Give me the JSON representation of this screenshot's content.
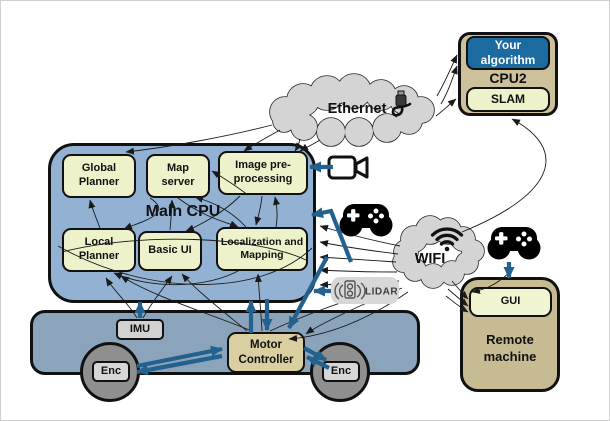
{
  "main_cpu": {
    "label": "Main CPU",
    "global_planner": "Global Planner",
    "map_server": "Map server",
    "image_preprocessing": "Image pre-processing",
    "local_planner": "Local Planner",
    "basic_ui": "Basic UI",
    "localization_mapping": "Localization and Mapping"
  },
  "cpu2": {
    "label": "CPU2",
    "your_algorithm": "Your algorithm",
    "slam": "SLAM"
  },
  "networks": {
    "ethernet_label": "Ethernet",
    "wifi_label": "WIFI"
  },
  "remote_machine": {
    "label": "Remote machine",
    "gui": "GUI"
  },
  "robot_base": {
    "imu": "IMU",
    "motor_controller": "Motor Controller",
    "left_encoder": "Enc",
    "right_encoder": "Enc",
    "lidar": "LIDAR"
  },
  "icons": {
    "camera": "camera-icon",
    "gamepad_main": "gamepad-icon",
    "gamepad_remote": "gamepad-icon",
    "wifi_signal": "wifi-signal-icon",
    "ethernet_plug": "ethernet-plug-icon",
    "lidar_sensor": "lidar-sensor-icon"
  },
  "colors": {
    "cpu_fill": "#92b1d3",
    "base_fill": "#8ba4bb",
    "module_fill": "#edf2ca",
    "cpu2_fill": "#ccc19b",
    "remote_fill": "#c6bb92",
    "algorithm_fill": "#1c6ba0",
    "gray_box_fill": "#d2d2d2",
    "motor_fill": "#d9cfa0",
    "cloud_fill": "#d4d4d4",
    "arrow_blue": "#23618e",
    "line_black": "#1a1a1a"
  }
}
